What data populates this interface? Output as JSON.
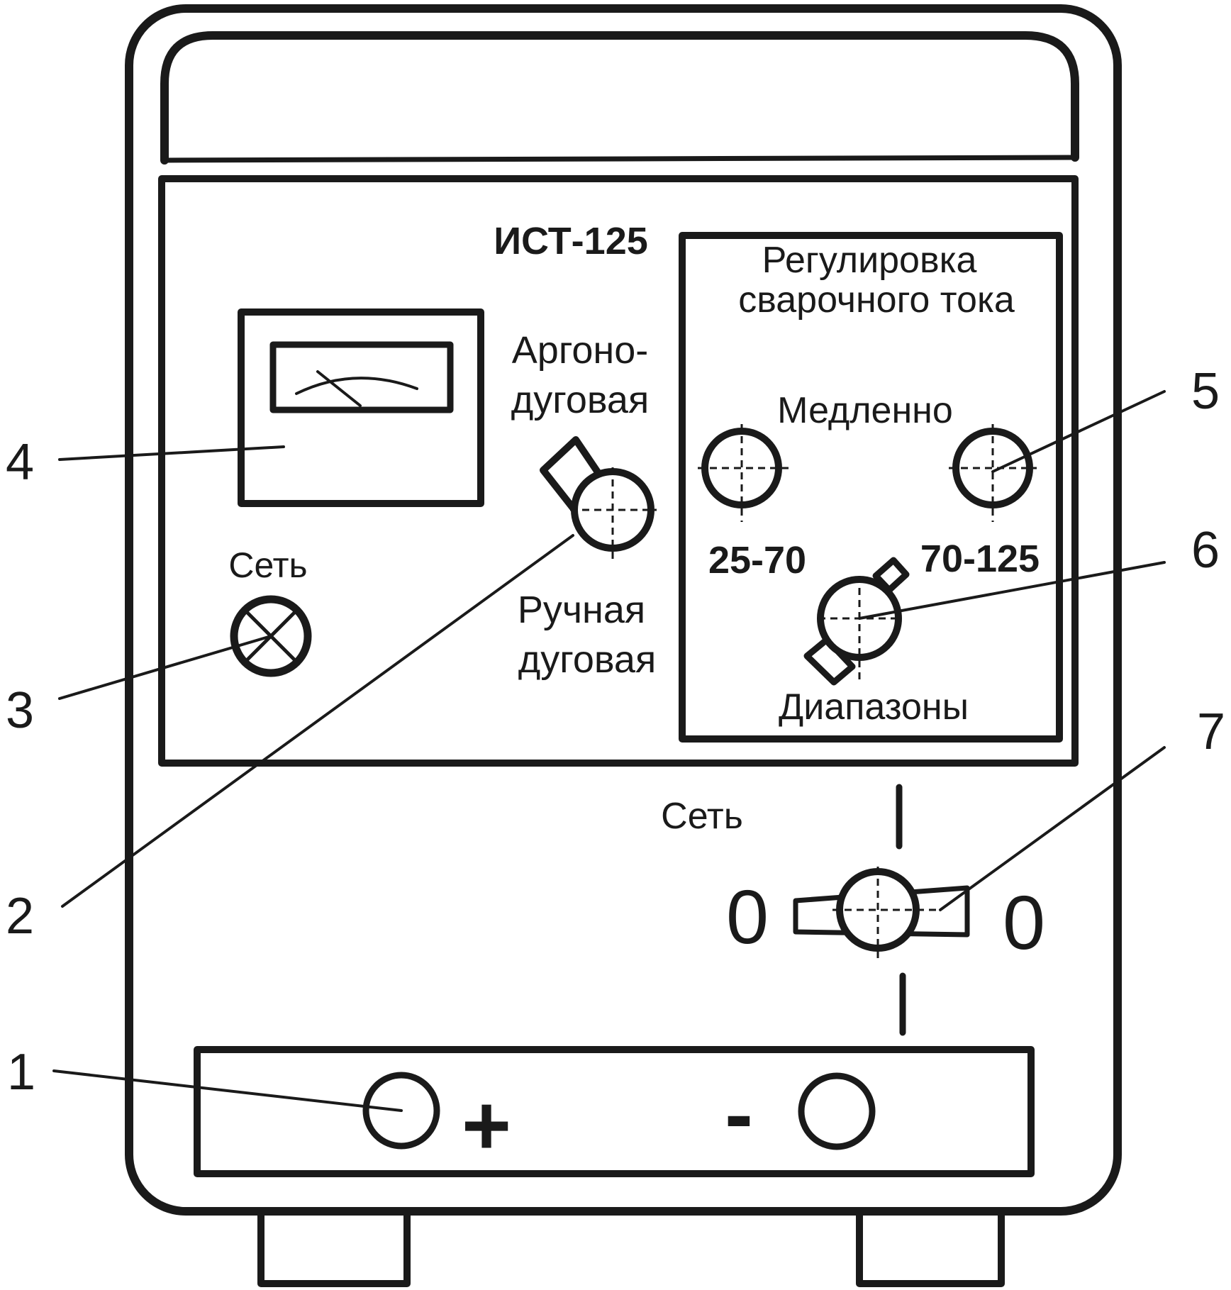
{
  "model": "ИСТ-125",
  "labels": {
    "argon_line1": "Аргоно-",
    "argon_line2": "дуговая",
    "manual_line1": "Ручная",
    "manual_line2": "дуговая",
    "lamp": "Сеть",
    "current_title_line1": "Регулировка",
    "current_title_line2": "сварочного тока",
    "slowly": "Медленно",
    "range_low": "25-70",
    "range_high": "70-125",
    "ranges": "Диапазоны",
    "mains": "Сеть",
    "off_left": "0",
    "off_right": "0",
    "plus": "+",
    "minus": "-"
  },
  "callouts": [
    "1",
    "2",
    "3",
    "4",
    "5",
    "6",
    "7"
  ],
  "colors": {
    "ink": "#1a1a1a",
    "background": "#ffffff"
  }
}
